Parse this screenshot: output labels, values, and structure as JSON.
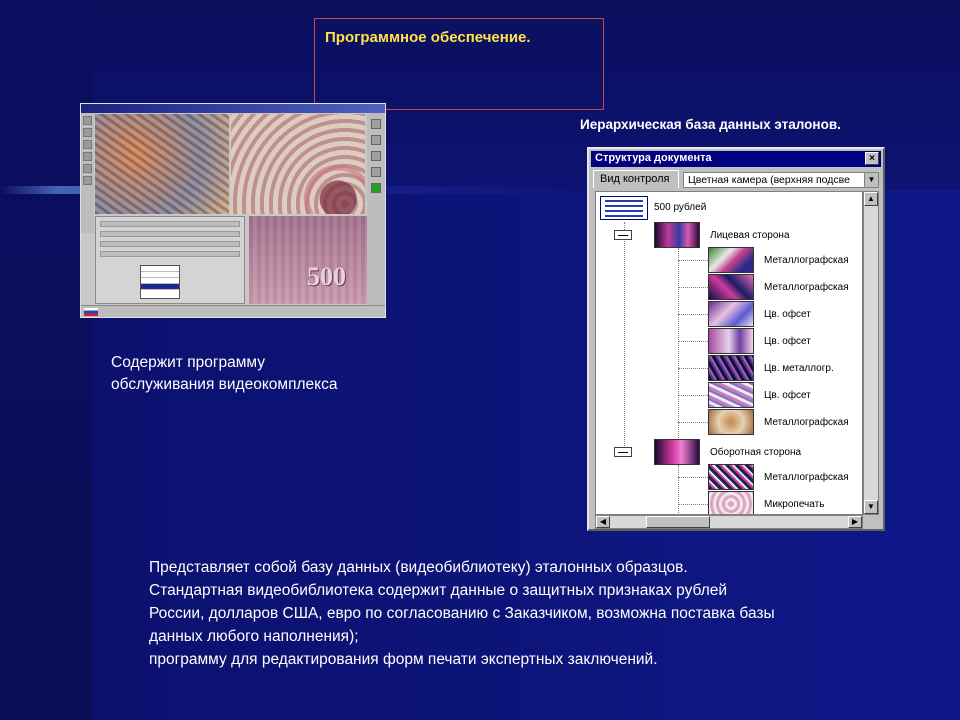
{
  "slide": {
    "title": "Программное обеспечение.",
    "db_heading": "Иерархическая база данных эталонов.",
    "caption_left_line1": "Содержит программу",
    "caption_left_line2": "обслуживания видеокомплекса",
    "caption_bottom": [
      "Представляет собой базу данных (видеобиблиотеку) эталонных образцов.",
      "Стандартная видеобиблиотека содержит данные о защитных признаках рублей",
      "России, долларов США, евро по согласованию с Заказчиком, возможна поставка базы",
      "данных любого наполнения);",
      "программу для редактирования форм печати экспертных заключений."
    ]
  },
  "app_window": {
    "note_value": "500"
  },
  "tree_window": {
    "title": "Структура документа",
    "close_glyph": "×",
    "tab_view": "Вид контроля",
    "tab_camera": "Цветная камера (верхняя подсве",
    "root": "500 рублей",
    "front_side": "Лицевая сторона",
    "front_items": [
      "Металлографская",
      "Металлографская",
      "Цв. офсет",
      "Цв. офсет",
      "Цв. металлогр.",
      "Цв. офсет",
      "Металлографская"
    ],
    "back_side": "Оборотная сторона",
    "back_items": [
      "Металлографская",
      "Микропечать"
    ]
  },
  "colors": {
    "background": "#0d1478",
    "title_text": "#ffe14a",
    "title_border": "#c8484a",
    "caption_text": "#ffffff",
    "window_title": "#000080"
  }
}
